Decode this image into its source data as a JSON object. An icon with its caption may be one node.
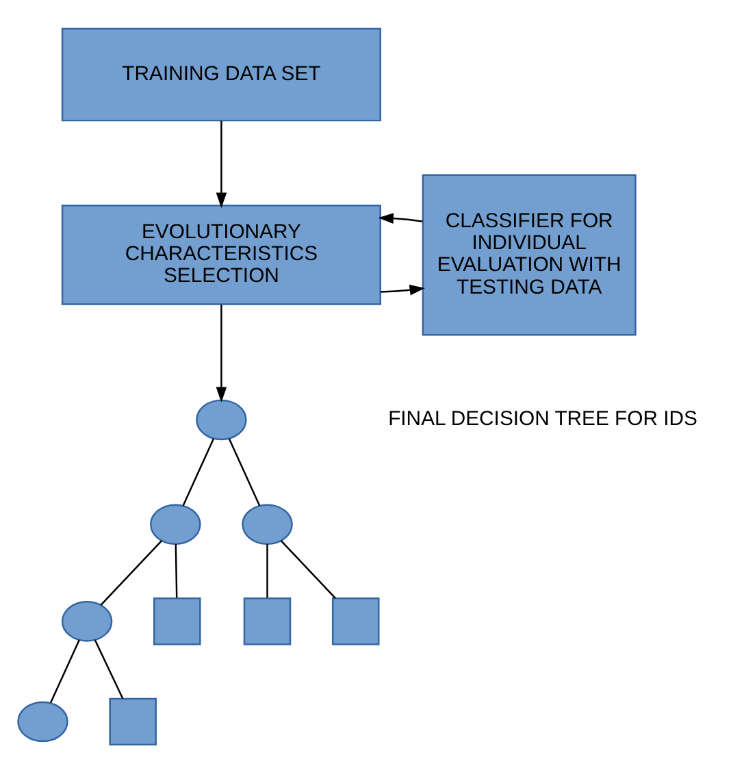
{
  "diagram": {
    "nodes": [
      {
        "text": [
          "TRAINING DATA SET"
        ]
      },
      {
        "text": [
          "EVOLUTIONARY CHARACTERISTICS SELECTION"
        ]
      },
      {
        "text": [
          "CLASSIFIER FOR INDIVIDUAL EVALUATION WITH TESTING DATA"
        ]
      },
      {
        "text": [],
        "shape": "circle"
      },
      {
        "text": [],
        "shape": "circle"
      },
      {
        "text": [],
        "shape": "circle"
      },
      {
        "text": [],
        "shape": "circle"
      },
      {
        "text": [],
        "shape": "box"
      },
      {
        "text": [],
        "shape": "box"
      },
      {
        "text": [],
        "shape": "box"
      },
      {
        "text": [],
        "shape": "circle"
      },
      {
        "text": [],
        "shape": "box"
      }
    ],
    "edges": [
      {
        "from": 0,
        "to": 1,
        "arrow": "to"
      },
      {
        "from": 1,
        "to": 2,
        "arrow": "to"
      },
      {
        "from": 2,
        "to": 1,
        "arrow": "to"
      },
      {
        "from": 1,
        "to": 3,
        "arrow": "to"
      },
      {
        "from": 3,
        "to": 4,
        "arrow": "none"
      },
      {
        "from": 3,
        "to": 5,
        "arrow": "none"
      },
      {
        "from": 4,
        "to": 6,
        "arrow": "none"
      },
      {
        "from": 4,
        "to": 7,
        "arrow": "none"
      },
      {
        "from": 5,
        "to": 8,
        "arrow": "none"
      },
      {
        "from": 5,
        "to": 9,
        "arrow": "none"
      },
      {
        "from": 6,
        "to": 10,
        "arrow": "none"
      },
      {
        "from": 6,
        "to": 11,
        "arrow": "none"
      }
    ],
    "labels": [
      "FINAL DECISION TREE FOR IDS"
    ]
  }
}
